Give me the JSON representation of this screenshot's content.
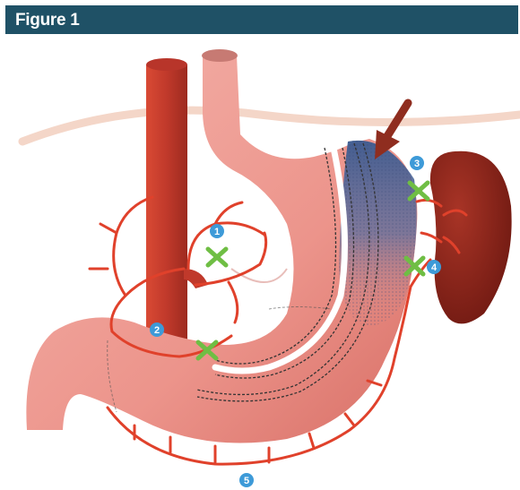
{
  "header": {
    "title": "Figure 1",
    "background": "#1f5166"
  },
  "markers": [
    {
      "id": "marker-1",
      "label": "1"
    },
    {
      "id": "marker-2",
      "label": "2"
    },
    {
      "id": "marker-3",
      "label": "3"
    },
    {
      "id": "marker-4",
      "label": "4"
    },
    {
      "id": "marker-5",
      "label": "5"
    }
  ],
  "colors": {
    "marker": "#3d9ad8",
    "ligation_x": "#6fbe44",
    "vessel": "#e0412b",
    "aorta": "#c0392b",
    "stomach": "#ee9a92",
    "spleen": "#8e2318",
    "arrow": "#8f2d1f",
    "cardia_shading": "#3f5f92",
    "diaphragm": "#f4d6c8"
  }
}
